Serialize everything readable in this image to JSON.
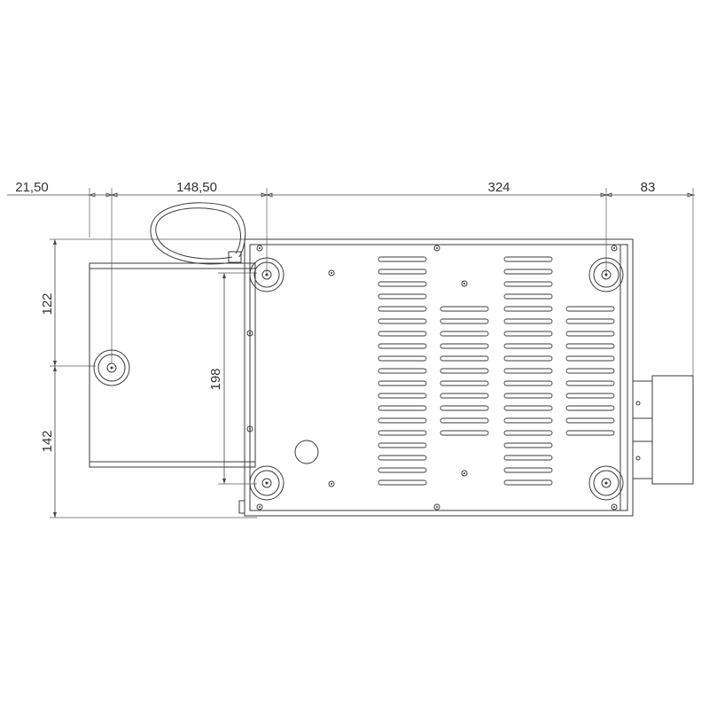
{
  "dimensions": {
    "top": [
      "21,50",
      "148,50",
      "324",
      "83"
    ],
    "left": [
      "122",
      "142"
    ],
    "inner": "198"
  },
  "colors": {
    "line": "#3a3a3a",
    "foot_fill": "#d6d6d6",
    "background": "#ffffff"
  }
}
